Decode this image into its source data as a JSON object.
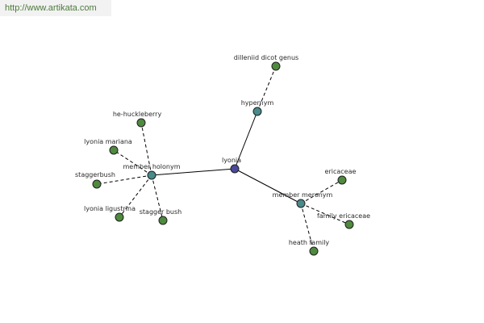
{
  "source_url": "http://www.artikata.com",
  "colors": {
    "center": "#4a4a9c",
    "relation": "#4a8a8a",
    "leaf": "#4f8a3f"
  },
  "nodes": [
    {
      "id": "lyonia",
      "label": "lyonia",
      "kind": "center"
    },
    {
      "id": "hypernym",
      "label": "hypernym",
      "kind": "relation"
    },
    {
      "id": "dilleniid",
      "label": "dilleniid dicot genus",
      "kind": "leaf"
    },
    {
      "id": "member-holonym",
      "label": "member holonym",
      "kind": "relation"
    },
    {
      "id": "he-huckleberry",
      "label": "he-huckleberry",
      "kind": "leaf"
    },
    {
      "id": "lyonia-mariana",
      "label": "lyonia mariana",
      "kind": "leaf"
    },
    {
      "id": "staggerbush",
      "label": "staggerbush",
      "kind": "leaf"
    },
    {
      "id": "lyonia-ligustrina",
      "label": "lyonia ligustrina",
      "kind": "leaf"
    },
    {
      "id": "stagger-bush",
      "label": "stagger bush",
      "kind": "leaf"
    },
    {
      "id": "member-meronym",
      "label": "member meronym",
      "kind": "relation"
    },
    {
      "id": "ericaceae",
      "label": "ericaceae",
      "kind": "leaf"
    },
    {
      "id": "family-ericaceae",
      "label": "family ericaceae",
      "kind": "leaf"
    },
    {
      "id": "heath-family",
      "label": "heath family",
      "kind": "leaf"
    }
  ],
  "edges": [
    {
      "from": "lyonia",
      "to": "hypernym",
      "style": "solid"
    },
    {
      "from": "lyonia",
      "to": "member-holonym",
      "style": "solid"
    },
    {
      "from": "lyonia",
      "to": "member-meronym",
      "style": "solid"
    },
    {
      "from": "hypernym",
      "to": "dilleniid",
      "style": "dashed"
    },
    {
      "from": "member-holonym",
      "to": "he-huckleberry",
      "style": "dashed"
    },
    {
      "from": "member-holonym",
      "to": "lyonia-mariana",
      "style": "dashed"
    },
    {
      "from": "member-holonym",
      "to": "staggerbush",
      "style": "dashed"
    },
    {
      "from": "member-holonym",
      "to": "lyonia-ligustrina",
      "style": "dashed"
    },
    {
      "from": "member-holonym",
      "to": "stagger-bush",
      "style": "dashed"
    },
    {
      "from": "member-meronym",
      "to": "ericaceae",
      "style": "dashed"
    },
    {
      "from": "member-meronym",
      "to": "family-ericaceae",
      "style": "dashed"
    },
    {
      "from": "member-meronym",
      "to": "heath-family",
      "style": "dashed"
    }
  ]
}
